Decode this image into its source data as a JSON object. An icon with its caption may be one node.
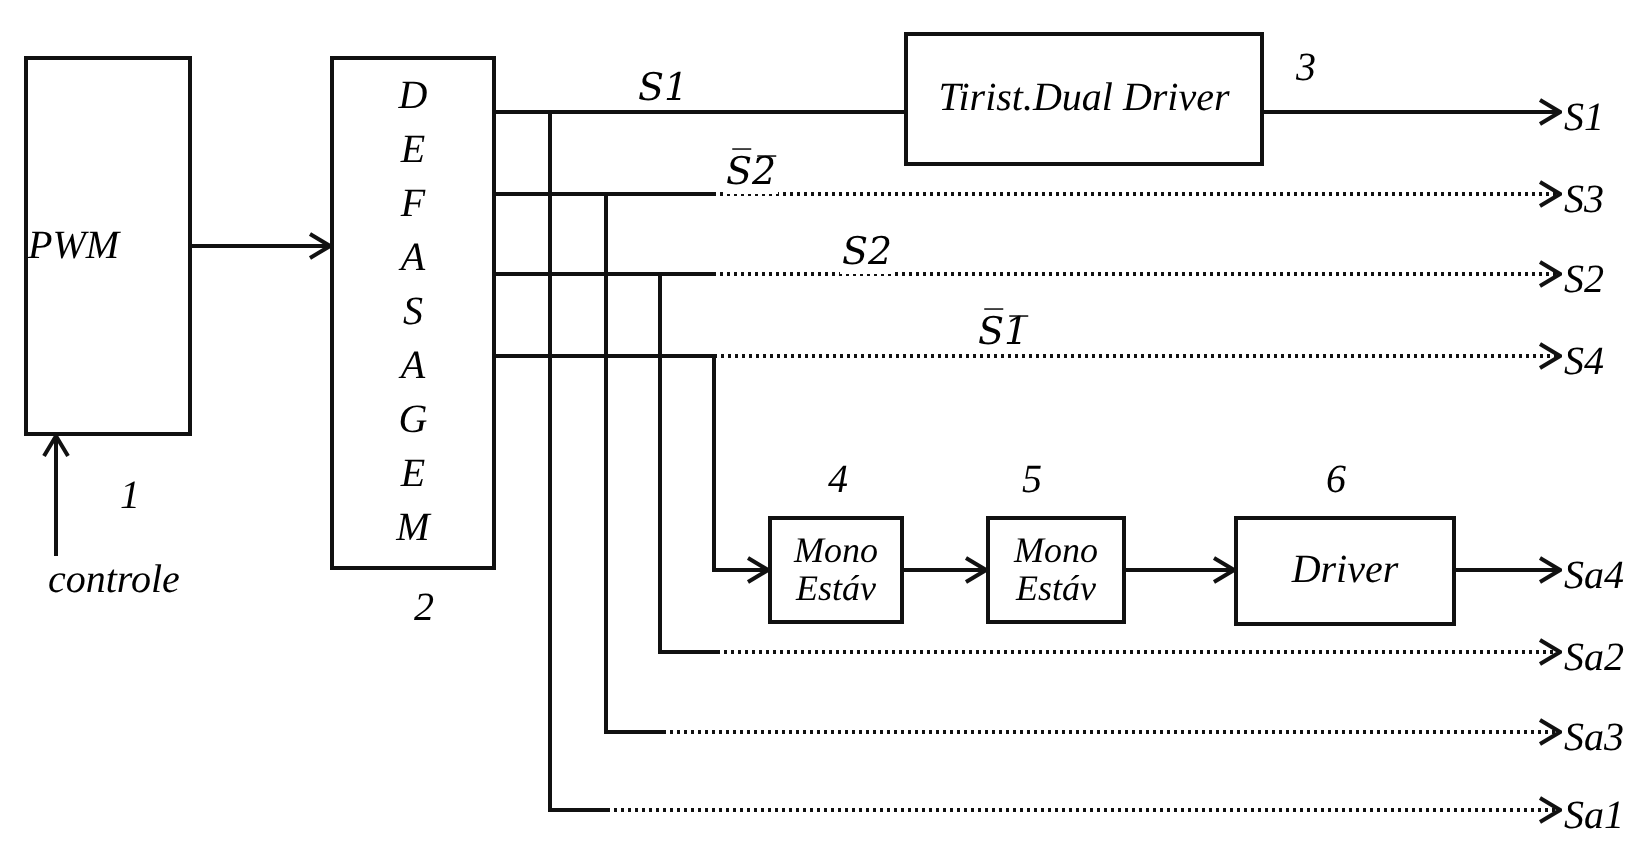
{
  "diagram": {
    "nodes": [
      {
        "text": [
          "PWM"
        ],
        "beside": [
          "1"
        ]
      },
      {
        "text": [
          "controle"
        ]
      },
      {
        "text": [
          "DEFASAGEM"
        ],
        "beside": [
          "2"
        ]
      },
      {
        "text": [
          "Tirist.Dual Driver"
        ],
        "beside": [
          "3"
        ]
      },
      {
        "text": [
          "Mono Estáv"
        ],
        "beside": [
          "4"
        ]
      },
      {
        "text": [
          "Mono Estáv"
        ],
        "beside": [
          "5"
        ]
      },
      {
        "text": [
          "Driver"
        ],
        "beside": [
          "6"
        ]
      },
      {
        "text": [
          "S1"
        ]
      },
      {
        "text": [
          "S3"
        ]
      },
      {
        "text": [
          "S2"
        ]
      },
      {
        "text": [
          "S4"
        ]
      },
      {
        "text": [
          "Sa4"
        ]
      },
      {
        "text": [
          "Sa2"
        ]
      },
      {
        "text": [
          "Sa3"
        ]
      },
      {
        "text": [
          "Sa1"
        ]
      }
    ],
    "edges": [
      {
        "from": 1,
        "to": 0,
        "arrow": "to"
      },
      {
        "from": 0,
        "to": 2,
        "arrow": "to"
      },
      {
        "from": 2,
        "to": 3,
        "arrow": "none",
        "label": "S1"
      },
      {
        "from": 3,
        "to": 7,
        "arrow": "to"
      },
      {
        "from": 2,
        "to": 8,
        "arrow": "to",
        "label": "S̅2̅",
        "style": "dashed"
      },
      {
        "from": 2,
        "to": 9,
        "arrow": "to",
        "label": "S2",
        "style": "dashed"
      },
      {
        "from": 2,
        "to": 10,
        "arrow": "to",
        "label": "S̅1̅",
        "style": "dashed"
      },
      {
        "from": 2,
        "to": 4,
        "arrow": "to"
      },
      {
        "from": 4,
        "to": 5,
        "arrow": "to"
      },
      {
        "from": 5,
        "to": 6,
        "arrow": "to"
      },
      {
        "from": 6,
        "to": 11,
        "arrow": "to"
      },
      {
        "from": 2,
        "to": 12,
        "arrow": "to",
        "style": "dashed"
      },
      {
        "from": 2,
        "to": 13,
        "arrow": "to",
        "style": "dashed"
      },
      {
        "from": 2,
        "to": 14,
        "arrow": "to",
        "style": "dashed"
      }
    ]
  }
}
